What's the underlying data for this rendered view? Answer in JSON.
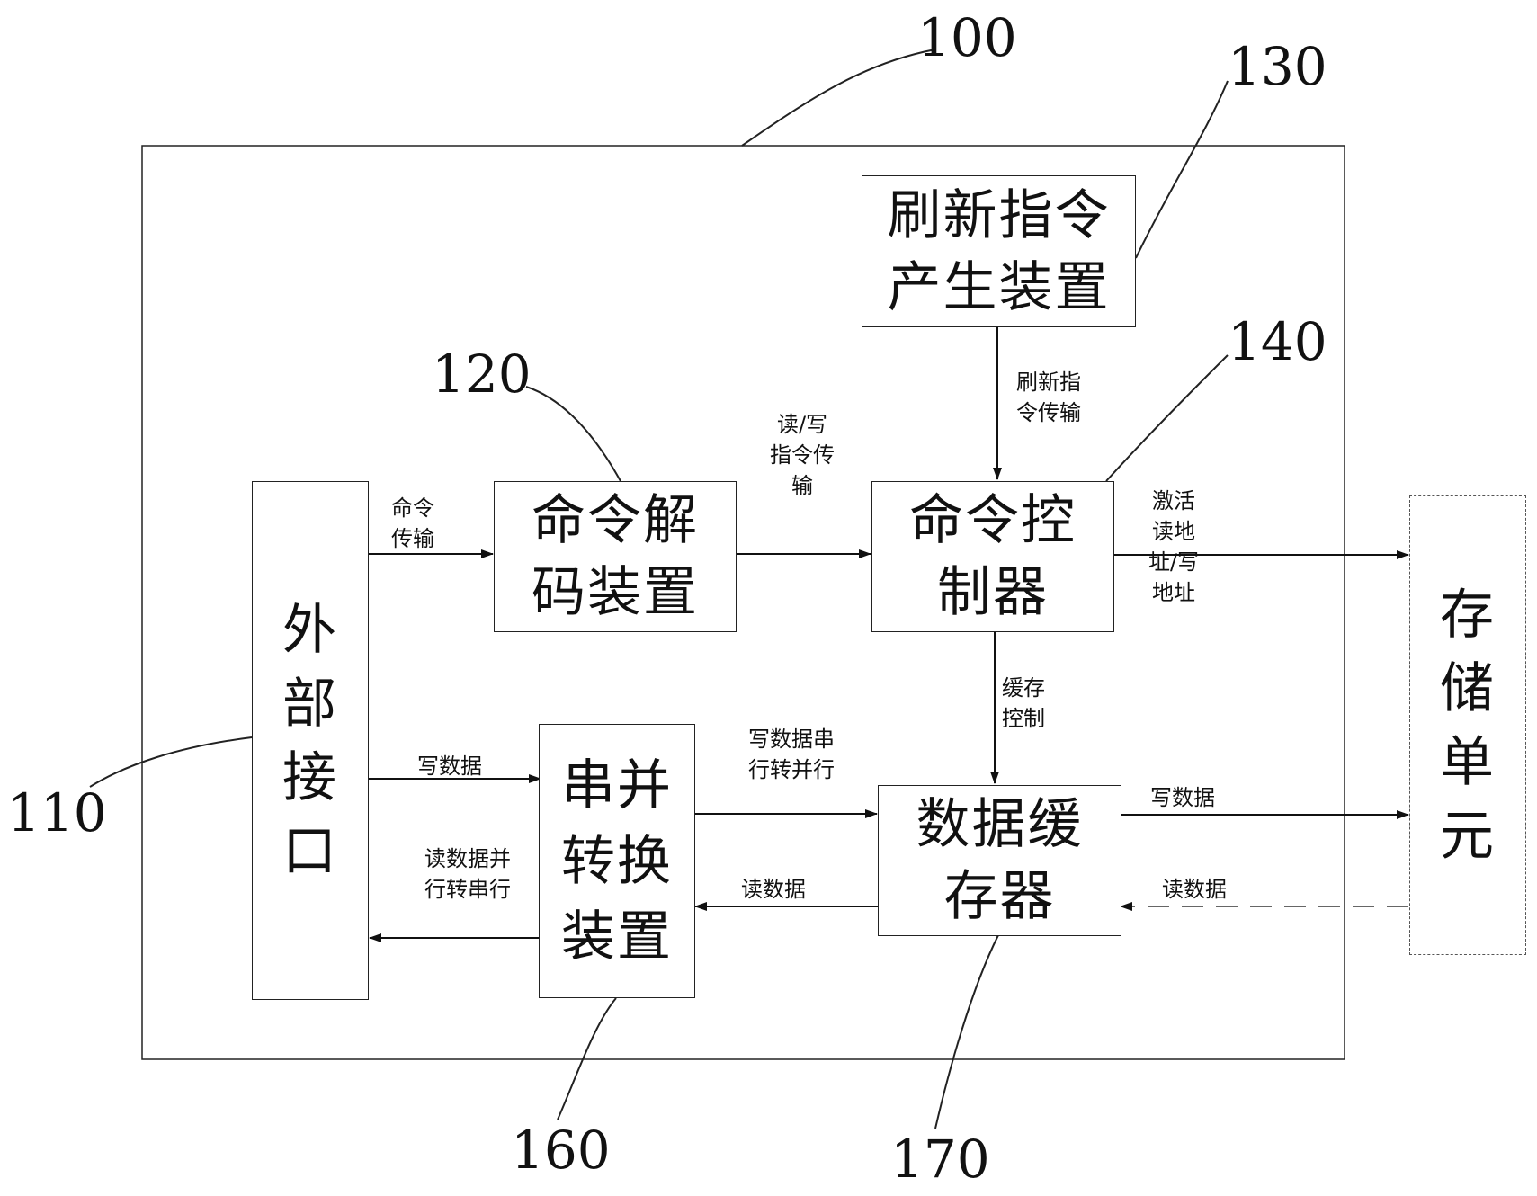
{
  "refs": {
    "system": "100",
    "external_interface": "110",
    "command_decoder": "120",
    "refresh_generator": "130",
    "command_controller": "140",
    "serdes_converter": "160",
    "data_buffer": "170"
  },
  "blocks": {
    "external_interface": "外部接口",
    "command_decoder": "命令解码装置",
    "refresh_generator": "刷新指令产生装置",
    "command_controller": "命令控制器",
    "serdes_converter": "串并转换装置",
    "data_buffer": "数据缓存器",
    "storage_unit": "存储单元"
  },
  "signals": {
    "command_transfer": "命令传输",
    "rw_instruction_transfer": "读/写指令传输",
    "refresh_instruction_transfer": "刷新指令传输",
    "activate_address": "激活读地址/写地址",
    "buffer_control": "缓存控制",
    "write_data_in": "写数据",
    "write_data_s2p": "写数据串行转并行",
    "read_data_p2s": "读数据并行转串行",
    "read_data_to_converter": "读数据",
    "write_data_to_storage": "写数据",
    "read_data_from_storage": "读数据"
  }
}
